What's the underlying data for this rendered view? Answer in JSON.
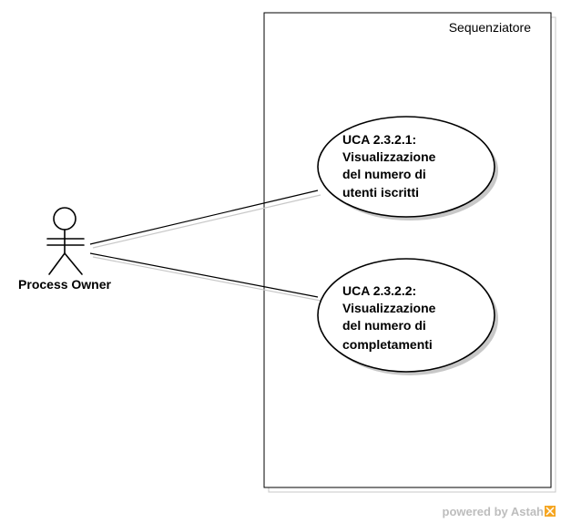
{
  "system": {
    "title": "Sequenziatore"
  },
  "actor": {
    "name": "Process Owner"
  },
  "use_cases": [
    {
      "lines": [
        "UCA 2.3.2.1:",
        "Visualizzazione",
        "del numero di",
        "utenti iscritti"
      ]
    },
    {
      "lines": [
        "UCA 2.3.2.2:",
        "Visualizzazione",
        "del numero di",
        "completamenti"
      ]
    }
  ],
  "watermark": {
    "text": "powered by Astah"
  },
  "colors": {
    "stroke": "#000000",
    "shadow": "#c8c8c8",
    "watermark": "#bdbdbd",
    "logo": "#f5a623"
  }
}
